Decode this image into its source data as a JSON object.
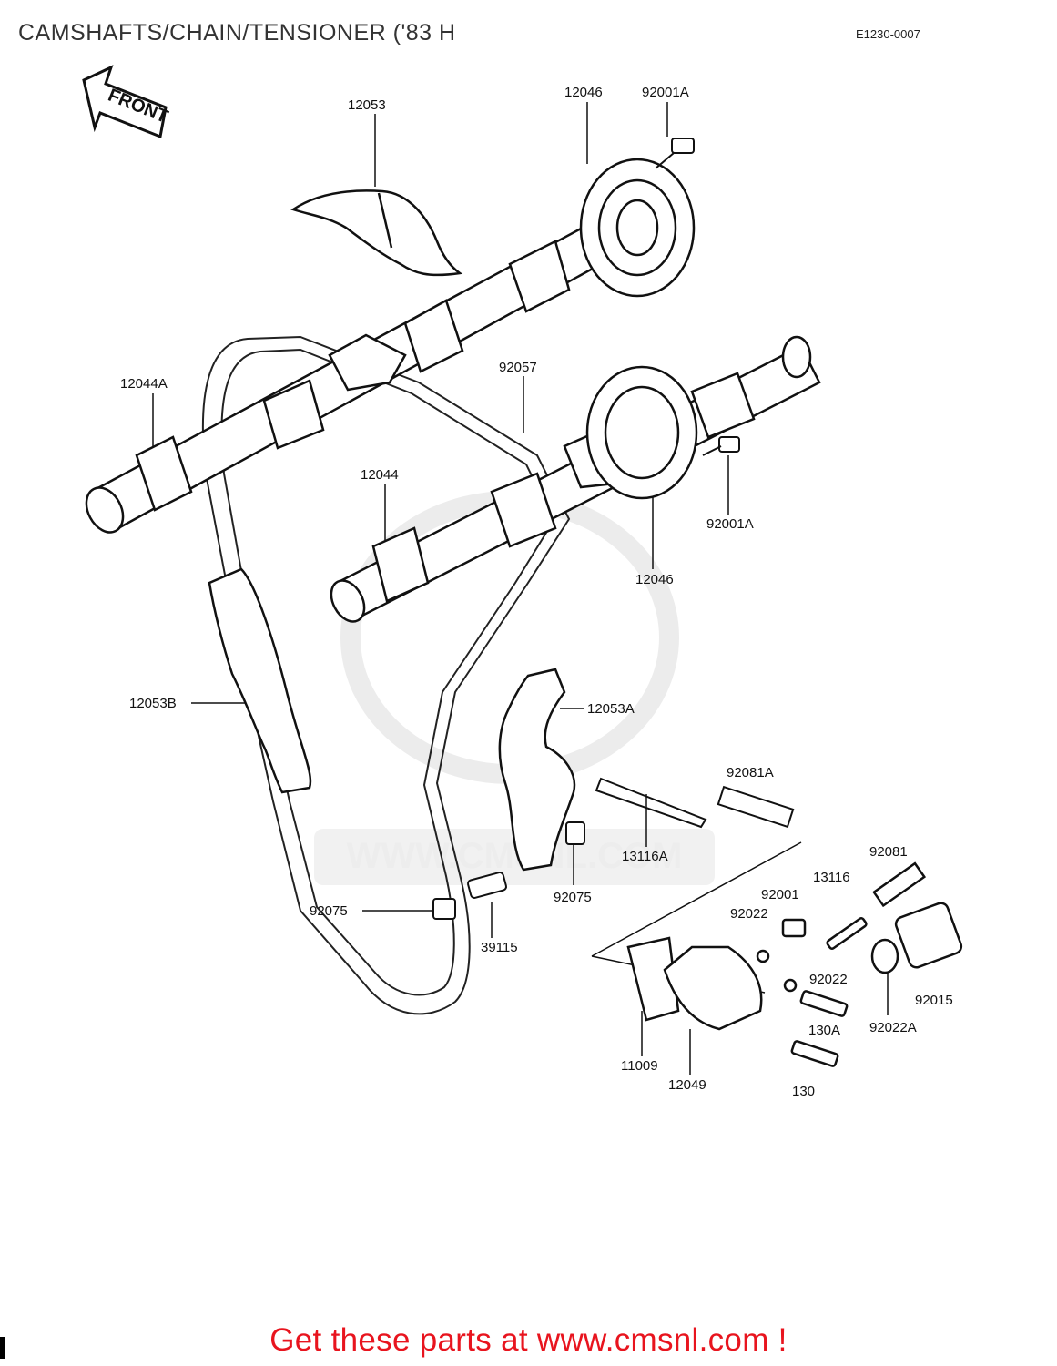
{
  "header": {
    "title": "CAMSHAFTS/CHAIN/TENSIONER ('83 H",
    "diagram_code": "E1230-0007"
  },
  "front_label": "FRONT",
  "watermark": {
    "text": "WWW.CMSNL.COM"
  },
  "parts": [
    {
      "id": "p-12053",
      "label": "12053"
    },
    {
      "id": "p-12046-top",
      "label": "12046"
    },
    {
      "id": "p-92001a-top",
      "label": "92001A"
    },
    {
      "id": "p-12044a",
      "label": "12044A"
    },
    {
      "id": "p-92057",
      "label": "92057"
    },
    {
      "id": "p-12044",
      "label": "12044"
    },
    {
      "id": "p-92001a-right",
      "label": "92001A"
    },
    {
      "id": "p-12046-bottom",
      "label": "12046"
    },
    {
      "id": "p-12053b",
      "label": "12053B"
    },
    {
      "id": "p-12053a",
      "label": "12053A"
    },
    {
      "id": "p-92081a",
      "label": "92081A"
    },
    {
      "id": "p-13116a",
      "label": "13116A"
    },
    {
      "id": "p-92075-right",
      "label": "92075"
    },
    {
      "id": "p-92075-left",
      "label": "92075"
    },
    {
      "id": "p-39115",
      "label": "39115"
    },
    {
      "id": "p-92081",
      "label": "92081"
    },
    {
      "id": "p-13116",
      "label": "13116"
    },
    {
      "id": "p-92001",
      "label": "92001"
    },
    {
      "id": "p-92022-a",
      "label": "92022"
    },
    {
      "id": "p-92022-b",
      "label": "92022"
    },
    {
      "id": "p-92015",
      "label": "92015"
    },
    {
      "id": "p-130a",
      "label": "130A"
    },
    {
      "id": "p-92022a",
      "label": "92022A"
    },
    {
      "id": "p-11009",
      "label": "11009"
    },
    {
      "id": "p-12049",
      "label": "12049"
    },
    {
      "id": "p-130",
      "label": "130"
    }
  ],
  "footer": {
    "cta": "Get these parts at www.cmsnl.com !"
  },
  "colors": {
    "cta": "#e8141e",
    "line": "#111111",
    "watermark": "#ededed"
  }
}
